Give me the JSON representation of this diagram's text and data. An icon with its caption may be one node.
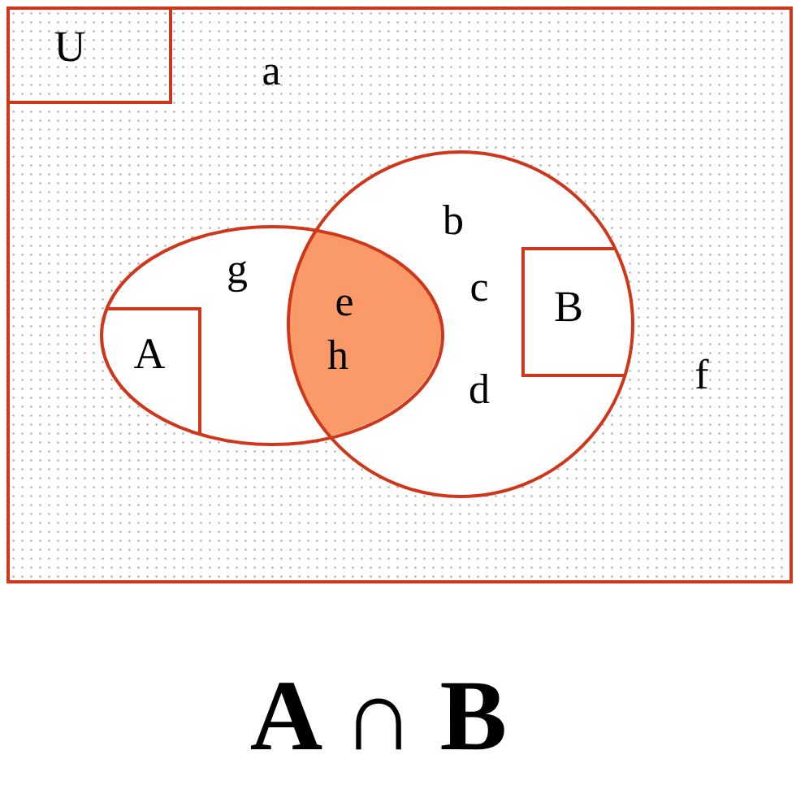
{
  "diagram": {
    "caption": "A ∩ B",
    "nodes": [
      {
        "text": [
          "U",
          "a",
          "f"
        ]
      },
      {
        "text": [
          "A",
          "g"
        ],
        "in": 0
      },
      {
        "text": [
          "b",
          "c",
          "B",
          "d"
        ],
        "in": 0
      },
      {
        "text": [
          "e",
          "h"
        ]
      }
    ]
  }
}
